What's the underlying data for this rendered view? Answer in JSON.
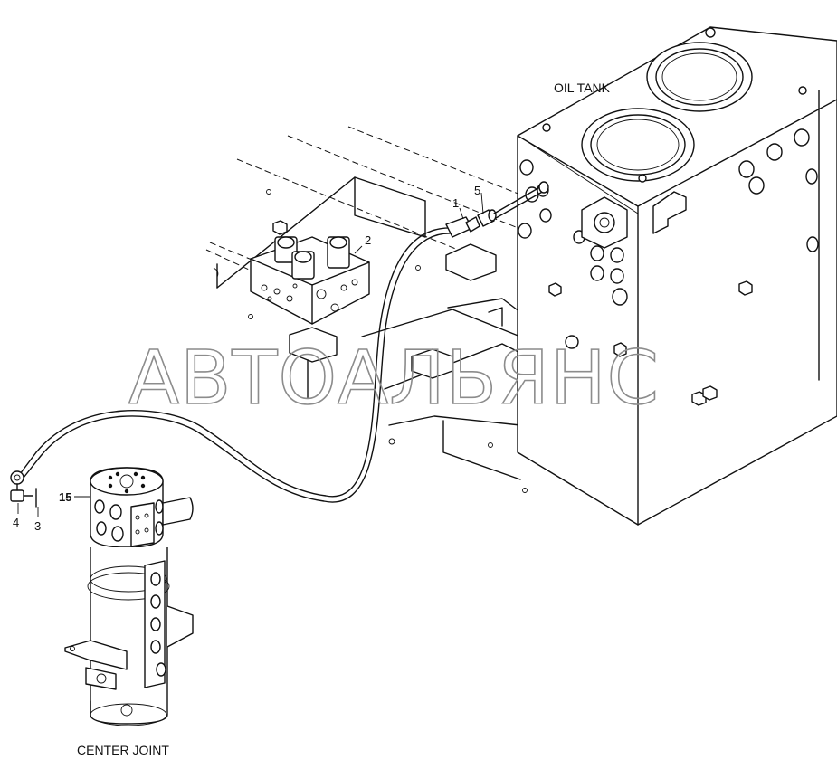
{
  "diagram": {
    "labels": {
      "oil_tank": "OIL TANK",
      "center_joint": "CENTER JOINT"
    },
    "callouts": [
      {
        "id": "part-1",
        "text": "1"
      },
      {
        "id": "part-5",
        "text": "5"
      },
      {
        "id": "part-2",
        "text": "2"
      },
      {
        "id": "part-15",
        "text": "15"
      },
      {
        "id": "part-4",
        "text": "4"
      },
      {
        "id": "part-3",
        "text": "3"
      }
    ],
    "watermark": "АВТОАЛЬЯНС"
  }
}
